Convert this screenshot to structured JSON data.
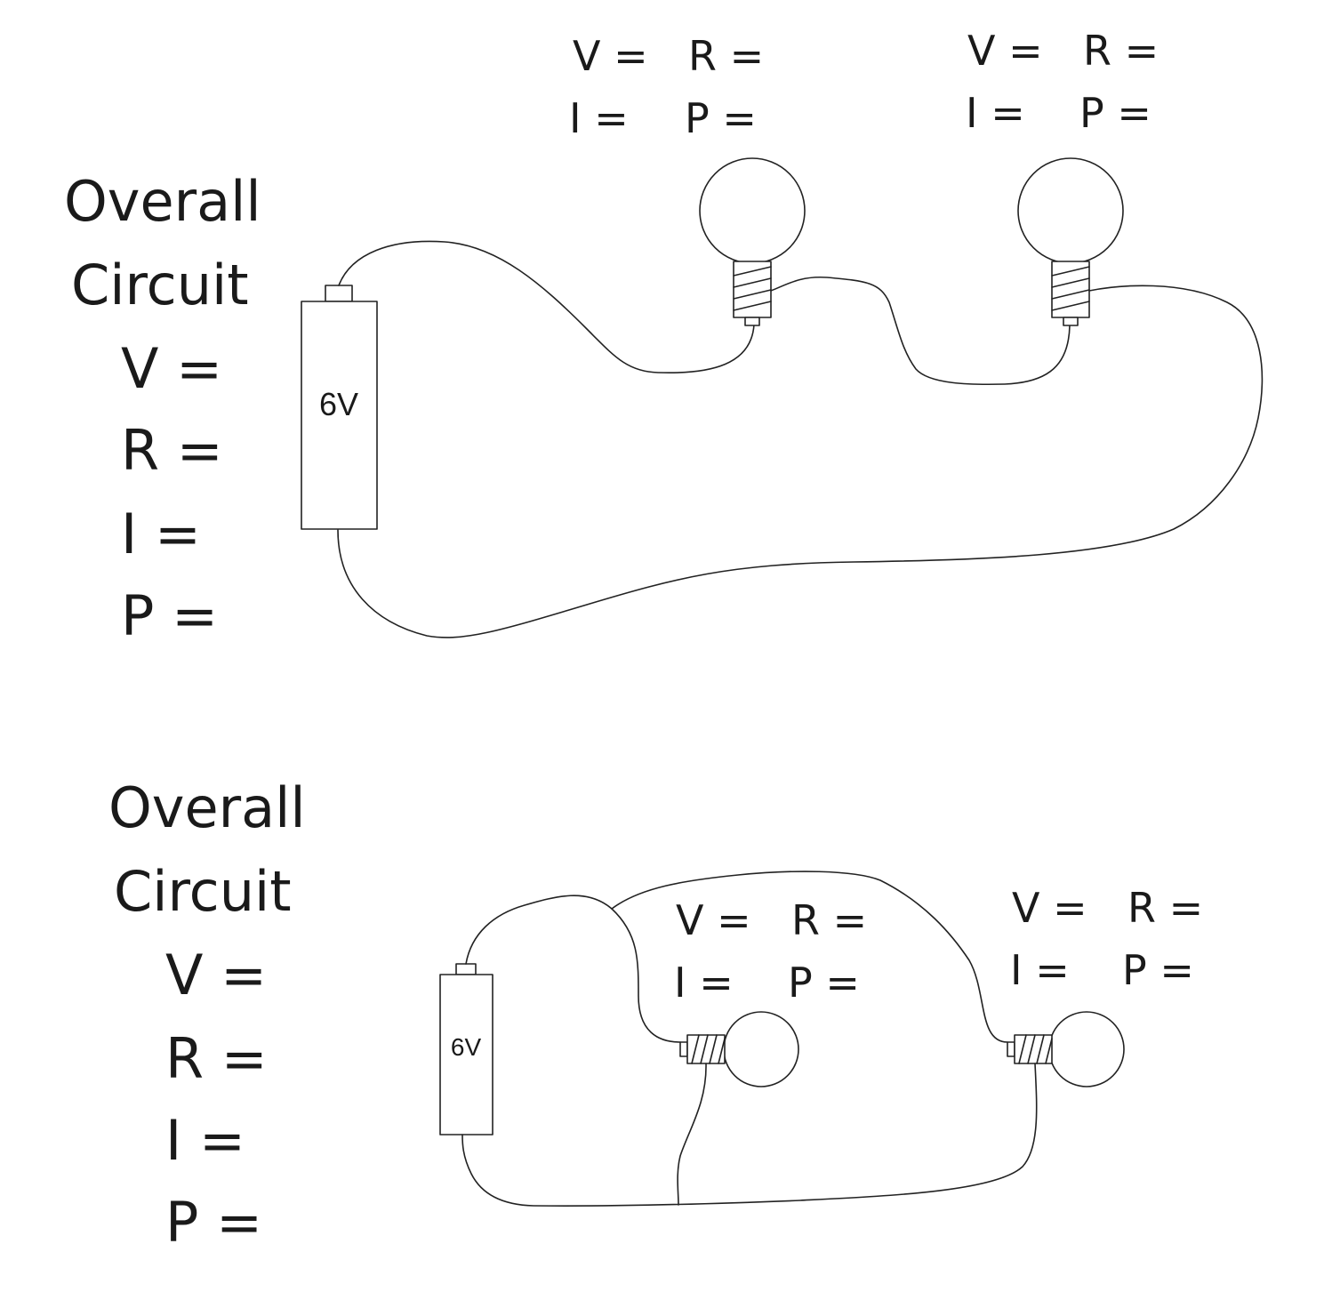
{
  "colors": {
    "ink": "#1a1a1a",
    "wire": "#222222",
    "background": "#ffffff"
  },
  "series_circuit": {
    "overall": {
      "title_line1": "Overall",
      "title_line2": "Circuit",
      "v": "V =",
      "r": "R =",
      "i": "I =",
      "p": "P ="
    },
    "battery_label": "6V",
    "bulb1": {
      "v": "V =",
      "r": "R =",
      "i": "I =",
      "p": "P ="
    },
    "bulb2": {
      "v": "V =",
      "r": "R =",
      "i": "I =",
      "p": "P ="
    }
  },
  "parallel_circuit": {
    "overall": {
      "title_line1": "Overall",
      "title_line2": "Circuit",
      "v": "V =",
      "r": "R =",
      "i": "I =",
      "p": "P ="
    },
    "battery_label": "6V",
    "bulb1": {
      "v": "V =",
      "r": "R =",
      "i": "I =",
      "p": "P ="
    },
    "bulb2": {
      "v": "V =",
      "r": "R =",
      "i": "I =",
      "p": "P ="
    }
  }
}
